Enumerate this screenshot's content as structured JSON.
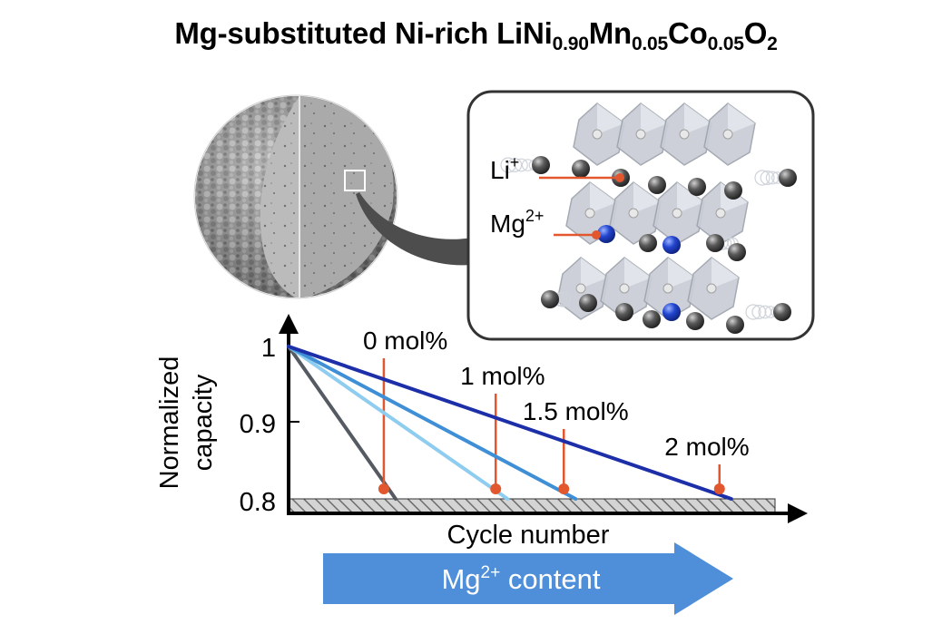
{
  "title": {
    "formula_parts": [
      {
        "t": "Mg-substituted Ni-rich LiNi",
        "sub": false
      },
      {
        "t": "0.90",
        "sub": true
      },
      {
        "t": "Mn",
        "sub": false
      },
      {
        "t": "0.05",
        "sub": true
      },
      {
        "t": "Co",
        "sub": false
      },
      {
        "t": "0.05",
        "sub": true
      },
      {
        "t": "O",
        "sub": false
      },
      {
        "t": "2",
        "sub": true
      }
    ]
  },
  "crystal": {
    "li_label": "Li",
    "li_charge": "+",
    "mg_label": "Mg",
    "mg_charge": "2+"
  },
  "colors": {
    "li_atom": "#3a3a3a",
    "mg_atom": "#1f3fb8",
    "octahedra": "#c9cdd6",
    "pointer": "#e2572e",
    "arrow_fill": "#4f8fd9"
  },
  "chart_data": {
    "type": "line",
    "ylabel": "Normalized capacity",
    "xlabel": "Cycle number",
    "y_ticks": [
      "1",
      "0.9",
      "0.8"
    ],
    "ylim": [
      0.8,
      1.0
    ],
    "xlim": [
      0,
      1
    ],
    "series": [
      {
        "name": "0 mol%",
        "color": "#555a63",
        "x": [
          0,
          0.22
        ],
        "y": [
          1.0,
          0.8
        ],
        "label_x": 0.24
      },
      {
        "name": "1 mol%",
        "color": "#8fcdf0",
        "x": [
          0,
          0.45
        ],
        "y": [
          1.0,
          0.8
        ],
        "label_x": 0.44
      },
      {
        "name": "1.5 mol%",
        "color": "#3f8fd6",
        "x": [
          0,
          0.59
        ],
        "y": [
          1.0,
          0.8
        ],
        "label_x": 0.59
      },
      {
        "name": "2 mol%",
        "color": "#1c2fa8",
        "x": [
          0,
          0.91
        ],
        "y": [
          1.0,
          0.8
        ],
        "label_x": 0.86
      }
    ]
  },
  "arrow": {
    "label_prefix": "Mg",
    "label_charge": "2+",
    "label_suffix": " content"
  }
}
